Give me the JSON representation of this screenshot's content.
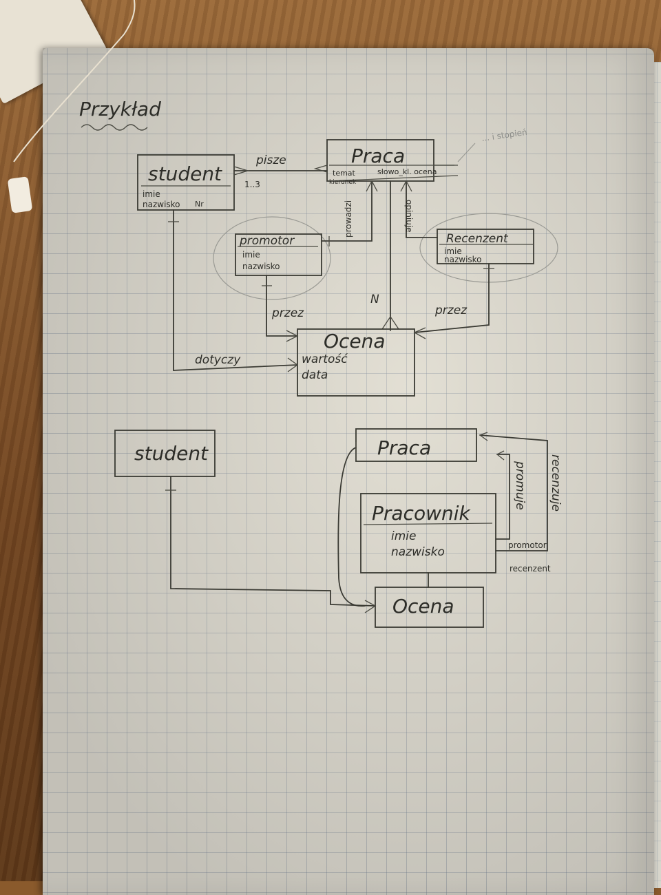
{
  "title": "Przykład",
  "diagram1": {
    "student": {
      "name": "student",
      "attrs": [
        "imie",
        "nazwisko"
      ],
      "key": "Nr"
    },
    "praca": {
      "name": "Praca",
      "attrs": [
        "temat",
        "kierunek"
      ],
      "extra": "słowo_kl. ocena",
      "note": "... i stopień"
    },
    "promotor": {
      "name": "promotor",
      "attrs": [
        "imie",
        "nazwisko"
      ]
    },
    "recenzent": {
      "name": "Recenzent",
      "attrs": [
        "imie",
        "nazwisko"
      ]
    },
    "ocena": {
      "name": "Ocena",
      "attrs": [
        "wartość",
        "data"
      ]
    },
    "relations": {
      "pisze": "pisze",
      "mult": "1..3",
      "prowadzi": "prowadzi",
      "opiniuje": "opiniuje",
      "przez_left": "przez",
      "przez_right": "przez",
      "dotyczy": "dotyczy",
      "n_mark": "N"
    }
  },
  "diagram2": {
    "student": "student",
    "praca": "Praca",
    "pracownik": {
      "name": "Pracownik",
      "attrs": [
        "imie",
        "nazwisko"
      ]
    },
    "ocena": "Ocena",
    "relations": {
      "promuje": "promuje",
      "recenzuje": "recenzuje",
      "promotor": "promotor",
      "recenzent": "recenzent"
    }
  },
  "colors": {
    "ink": "#2d2d28",
    "paper": "#d9d6cc",
    "grid": "#69788c"
  }
}
